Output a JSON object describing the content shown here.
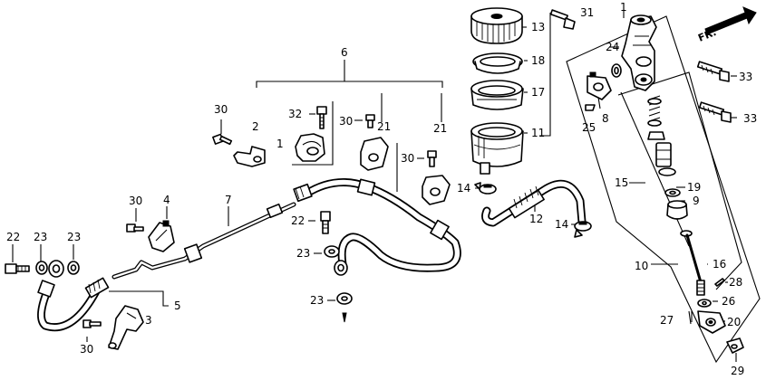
{
  "diagram": {
    "fr_label": "FR.",
    "labels": [
      "1",
      "2",
      "3",
      "4",
      "5",
      "6",
      "7",
      "8",
      "9",
      "10",
      "11",
      "12",
      "13",
      "14",
      "15",
      "16",
      "17",
      "18",
      "19",
      "20",
      "21",
      "22",
      "23",
      "24",
      "25",
      "26",
      "27",
      "28",
      "29",
      "30",
      "31",
      "32",
      "33"
    ]
  }
}
